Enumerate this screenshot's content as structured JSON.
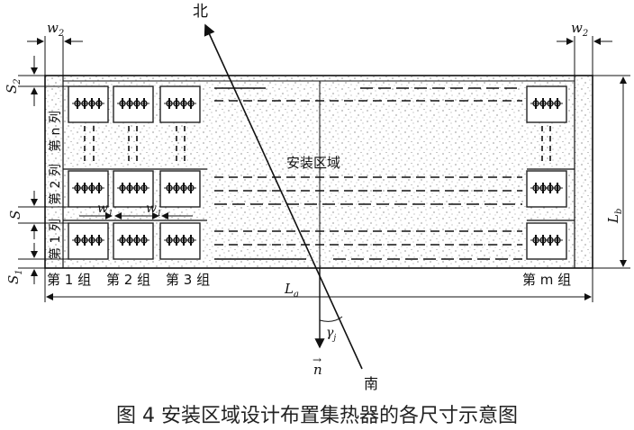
{
  "caption": "图 4  安装区域设计布置集热器的各尺寸示意图",
  "directions": {
    "north": "北",
    "south": "南"
  },
  "area_label": "安装区域",
  "rows": {
    "row_n": "第 n 列",
    "row_2": "第 2 列",
    "row_1": "第 1 列"
  },
  "groups": {
    "g1": "第 1 组",
    "g2": "第 2 组",
    "g3": "第 3 组",
    "gm": "第 m 组"
  },
  "dims": {
    "w2": "w",
    "w2_sub": "2",
    "w1": "w",
    "w1_sub": "1",
    "S2": "S",
    "S2_sub": "2",
    "S": "S",
    "S1": "S",
    "S1_sub": "1",
    "La": "L",
    "La_sub": "a",
    "Lb": "L",
    "Lb_sub": "b",
    "gamma": "γ",
    "gamma_sub": "j",
    "normal": "n"
  }
}
